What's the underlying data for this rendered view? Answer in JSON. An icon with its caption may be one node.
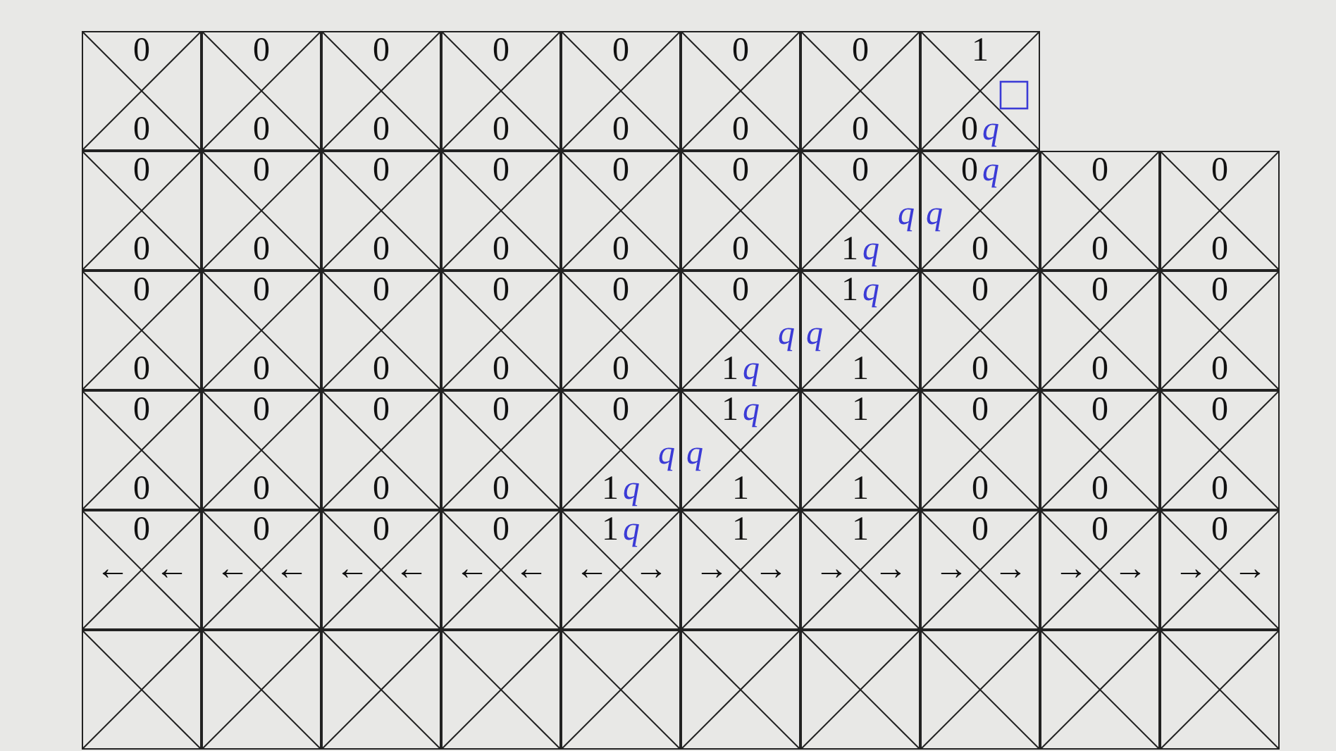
{
  "diagram": {
    "nodes": [
      {
        "text": [
          "0",
          "0"
        ]
      },
      {
        "text": [
          "0",
          "0"
        ]
      },
      {
        "text": [
          "0",
          "0"
        ]
      },
      {
        "text": [
          "0",
          "0"
        ]
      },
      {
        "text": [
          "0",
          "0"
        ]
      },
      {
        "text": [
          "0",
          "0"
        ]
      },
      {
        "text": [
          "0",
          "0"
        ]
      },
      {
        "text": [
          "1",
          "0",
          "q"
        ]
      },
      {
        "text": [
          "0",
          "0"
        ]
      },
      {
        "text": [
          "0",
          "0"
        ]
      },
      {
        "text": [
          "0",
          "0"
        ]
      },
      {
        "text": [
          "0",
          "0"
        ]
      },
      {
        "text": [
          "0",
          "0"
        ]
      },
      {
        "text": [
          "0",
          "0"
        ]
      },
      {
        "text": [
          "0",
          "q",
          "1",
          "q"
        ]
      },
      {
        "text": [
          "0",
          "q",
          "q",
          "0"
        ]
      },
      {
        "text": [
          "0",
          "0"
        ]
      },
      {
        "text": [
          "0",
          "0"
        ]
      },
      {
        "text": [
          "0",
          "0"
        ]
      },
      {
        "text": [
          "0",
          "0"
        ]
      },
      {
        "text": [
          "0",
          "0"
        ]
      },
      {
        "text": [
          "0",
          "0"
        ]
      },
      {
        "text": [
          "0",
          "0"
        ]
      },
      {
        "text": [
          "0",
          "q",
          "1",
          "q"
        ]
      },
      {
        "text": [
          "1",
          "q",
          "q",
          "1"
        ]
      },
      {
        "text": [
          "0",
          "0"
        ]
      },
      {
        "text": [
          "0",
          "0"
        ]
      },
      {
        "text": [
          "0",
          "0"
        ]
      },
      {
        "text": [
          "0",
          "0"
        ]
      },
      {
        "text": [
          "0",
          "0"
        ]
      },
      {
        "text": [
          "0",
          "0"
        ]
      },
      {
        "text": [
          "0",
          "0"
        ]
      },
      {
        "text": [
          "0",
          "q",
          "1",
          "q"
        ]
      },
      {
        "text": [
          "1",
          "q",
          "q",
          "1"
        ]
      },
      {
        "text": [
          "1",
          "1"
        ]
      },
      {
        "text": [
          "0",
          "0"
        ]
      },
      {
        "text": [
          "0",
          "0"
        ]
      },
      {
        "text": [
          "0",
          "0"
        ]
      },
      {
        "text": [
          "0",
          "←",
          "←"
        ]
      },
      {
        "text": [
          "0",
          "←",
          "←"
        ]
      },
      {
        "text": [
          "0",
          "←",
          "←"
        ]
      },
      {
        "text": [
          "0",
          "←",
          "←"
        ]
      },
      {
        "text": [
          "1",
          "q",
          "←",
          "→"
        ]
      },
      {
        "text": [
          "1",
          "→",
          "→"
        ]
      },
      {
        "text": [
          "1",
          "→",
          "→"
        ]
      },
      {
        "text": [
          "0",
          "→",
          "→"
        ]
      },
      {
        "text": [
          "0",
          "→",
          "→"
        ]
      },
      {
        "text": [
          "0",
          "→",
          "→"
        ]
      },
      {
        "text": [],
        "shape": "box"
      },
      {
        "text": [],
        "shape": "box"
      },
      {
        "text": [],
        "shape": "box"
      },
      {
        "text": [],
        "shape": "box"
      },
      {
        "text": [],
        "shape": "box"
      },
      {
        "text": [],
        "shape": "box"
      },
      {
        "text": [],
        "shape": "box"
      },
      {
        "text": [],
        "shape": "box"
      },
      {
        "text": [],
        "shape": "box"
      },
      {
        "text": [],
        "shape": "box"
      }
    ]
  }
}
